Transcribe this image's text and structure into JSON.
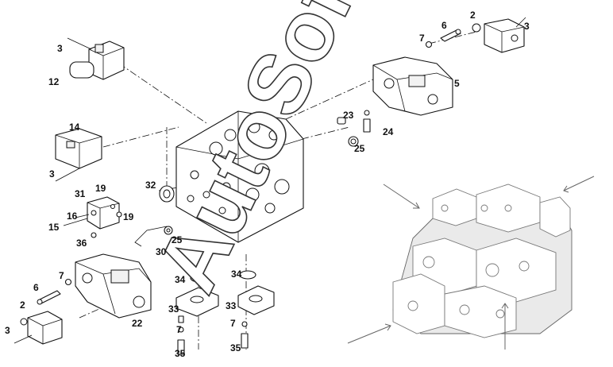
{
  "watermark": "AutoSoft",
  "labels": {
    "l2a": "2",
    "l3a": "3",
    "l6a": "6",
    "l7a": "7",
    "l5": "5",
    "l3b": "3",
    "l12": "12",
    "l14": "14",
    "l3c": "3",
    "l23": "23",
    "l24": "24",
    "l25a": "25",
    "l32": "32",
    "l31": "31",
    "l19a": "19",
    "l19b": "19",
    "l16": "16",
    "l15": "15",
    "l36": "36",
    "l25b": "25",
    "l30": "30",
    "l34a": "34",
    "l34b": "34",
    "l6b": "6",
    "l7b": "7",
    "l2b": "2",
    "l3d": "3",
    "l22": "22",
    "l33a": "33",
    "l33b": "33",
    "l7c": "7",
    "l7d": "7",
    "l35a": "35",
    "l35b": "35"
  }
}
